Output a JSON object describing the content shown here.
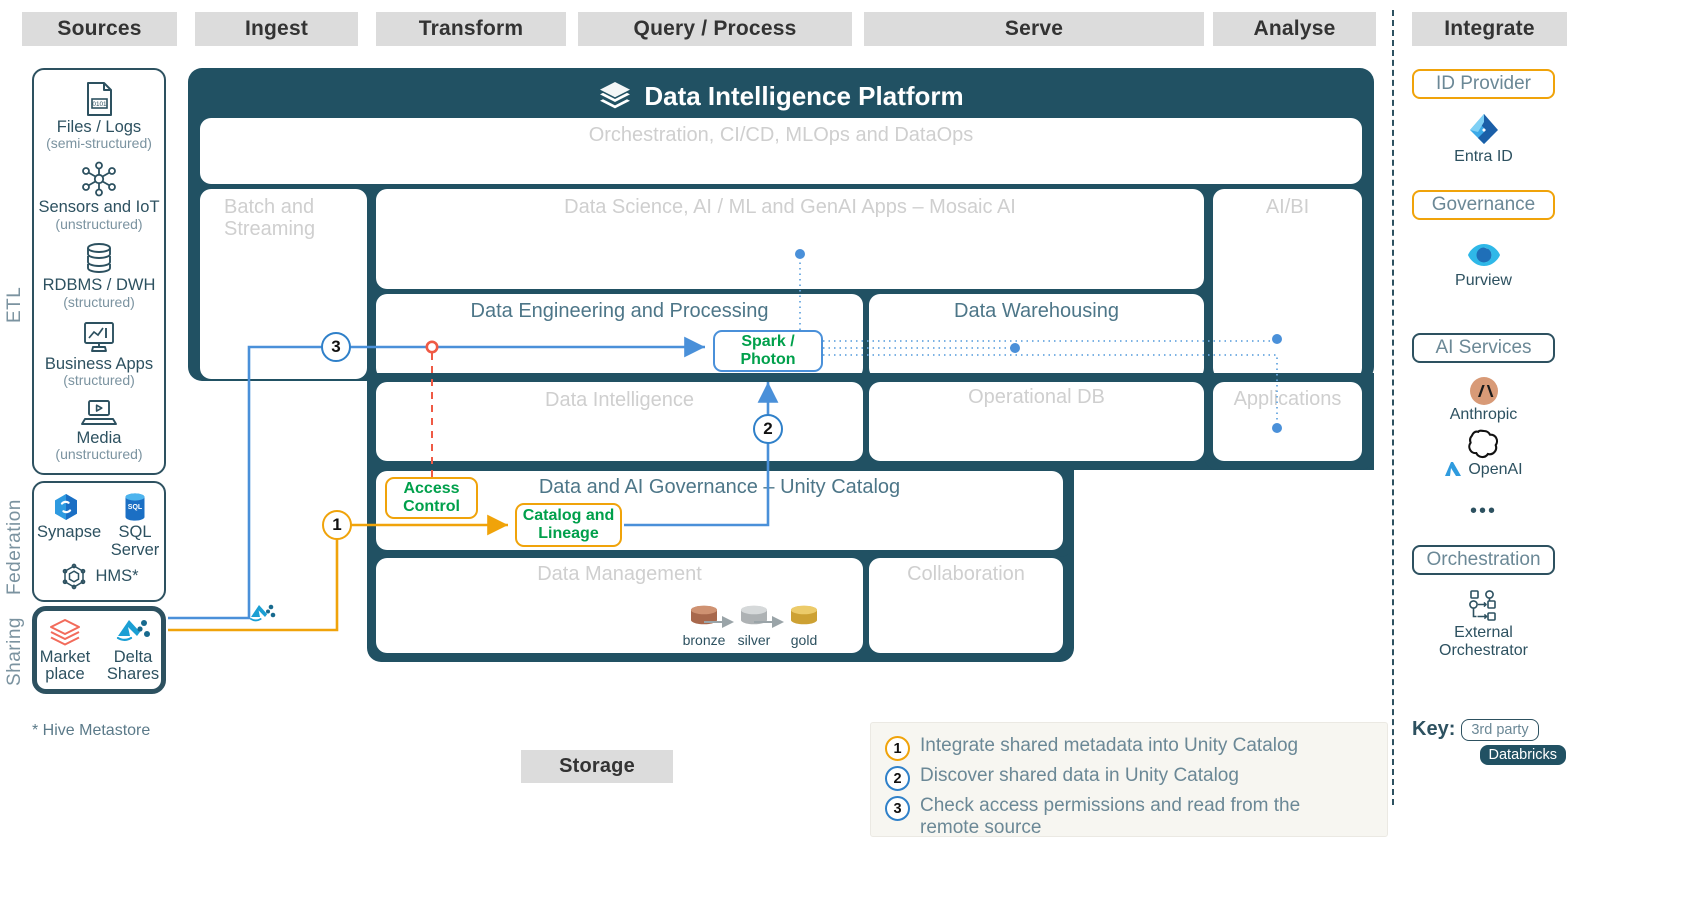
{
  "columns": [
    {
      "label": "Sources"
    },
    {
      "label": "Ingest"
    },
    {
      "label": "Transform"
    },
    {
      "label": "Query / Process"
    },
    {
      "label": "Serve"
    },
    {
      "label": "Analyse"
    },
    {
      "label": "Integrate"
    }
  ],
  "rails": [
    {
      "label": "ETL"
    },
    {
      "label": "Federation"
    },
    {
      "label": "Sharing"
    }
  ],
  "sources": {
    "etl": [
      {
        "name": "Files / Logs",
        "qualifier": "(semi-structured)",
        "icon": "file-binary-icon"
      },
      {
        "name": "Sensors and IoT",
        "qualifier": "(unstructured)",
        "icon": "sensors-network-icon"
      },
      {
        "name": "RDBMS / DWH",
        "qualifier": "(structured)",
        "icon": "database-cylinder-icon"
      },
      {
        "name": "Business Apps",
        "qualifier": "(structured)",
        "icon": "monitor-chart-icon"
      },
      {
        "name": "Media",
        "qualifier": "(unstructured)",
        "icon": "laptop-play-icon"
      }
    ],
    "federation": [
      {
        "name": "Synapse",
        "icon": "synapse-icon"
      },
      {
        "name": "SQL Server",
        "icon": "sql-server-icon"
      },
      {
        "name": "HMS*",
        "icon": "hive-metastore-icon"
      }
    ],
    "sharing": [
      {
        "name": "Market place",
        "icon": "databricks-marketplace-icon"
      },
      {
        "name": "Delta Shares",
        "icon": "delta-sharing-icon"
      }
    ]
  },
  "footnote": "* Hive Metastore",
  "storage_label": "Storage",
  "platform": {
    "title": "Data Intelligence Platform",
    "logo_icon": "databricks-logo-icon",
    "orchestration": "Orchestration, CI/CD, MLOps and DataOps",
    "ingest": "Batch and Streaming",
    "mosaic": "Data Science, AI / ML and GenAI Apps – Mosaic AI",
    "aibi": "AI/BI",
    "data_engineering": "Data Engineering and Processing",
    "data_warehousing": "Data Warehousing",
    "data_intelligence": "Data Intelligence",
    "operational_db": "Operational DB",
    "applications": "Applications",
    "governance": "Data and AI Governance – Unity Catalog",
    "data_management": "Data Management",
    "collaboration": "Collaboration"
  },
  "callouts": {
    "spark": "Spark / Photon",
    "access_control": "Access Control",
    "catalog_lineage": "Catalog and Lineage"
  },
  "medallion": [
    {
      "label": "bronze",
      "color": "#c08060"
    },
    {
      "label": "silver",
      "color": "#b9bcbe"
    },
    {
      "label": "gold",
      "color": "#e0b03a"
    }
  ],
  "steps": [
    {
      "num": "1",
      "color": "#f0a30a"
    },
    {
      "num": "2",
      "color": "#2f80c9"
    },
    {
      "num": "3",
      "color": "#2f80c9"
    }
  ],
  "integrate": {
    "groups": [
      {
        "tag": "ID Provider",
        "tag_style": "orange",
        "services": [
          {
            "name": "Entra ID",
            "icon": "entra-id-icon"
          }
        ]
      },
      {
        "tag": "Governance",
        "tag_style": "orange",
        "services": [
          {
            "name": "Purview",
            "icon": "purview-icon"
          }
        ]
      },
      {
        "tag": "AI Services",
        "tag_style": "teal",
        "services": [
          {
            "name": "Anthropic",
            "icon": "anthropic-icon"
          },
          {
            "name": "OpenAI",
            "icon": "openai-icon"
          },
          {
            "name": "•••",
            "icon": "more-ellipsis-icon"
          }
        ]
      },
      {
        "tag": "Orchestration",
        "tag_style": "teal",
        "services": [
          {
            "name": "External Orchestrator",
            "icon": "external-orchestrator-icon"
          }
        ]
      }
    ]
  },
  "legend": {
    "items": [
      {
        "num": "1",
        "text": "Integrate shared metadata into Unity Catalog"
      },
      {
        "num": "2",
        "text": "Discover shared data in Unity Catalog"
      },
      {
        "num": "3",
        "text": "Check access permissions and read from the remote source"
      }
    ]
  },
  "key": {
    "label": "Key:",
    "third_party": "3rd party",
    "databricks": "Databricks"
  },
  "colors": {
    "platform_teal": "#215163",
    "accent_orange": "#f0a30a",
    "accent_blue": "#4a90d9",
    "accent_green": "#00a04b",
    "accent_red": "#ef5a45",
    "muted_grey": "#cfcfcf"
  }
}
